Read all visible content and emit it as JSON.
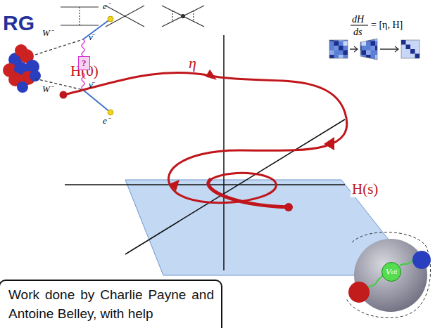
{
  "diagram": {
    "title": "RG",
    "nodes": [
      {
        "text": [
          "?"
        ]
      },
      {
        "text": [
          "V",
          "eff"
        ]
      },
      {
        "text": [
          "Work done by Charlie Payne and Antoine Belley, with help"
        ]
      }
    ],
    "labels": [
      "H(0)",
      "η",
      "H(s)",
      "W⁻",
      "W⁻",
      "ν̄",
      "ν̄",
      "e⁻",
      "e⁻",
      "dH",
      "ds",
      "= [η, H]"
    ]
  }
}
